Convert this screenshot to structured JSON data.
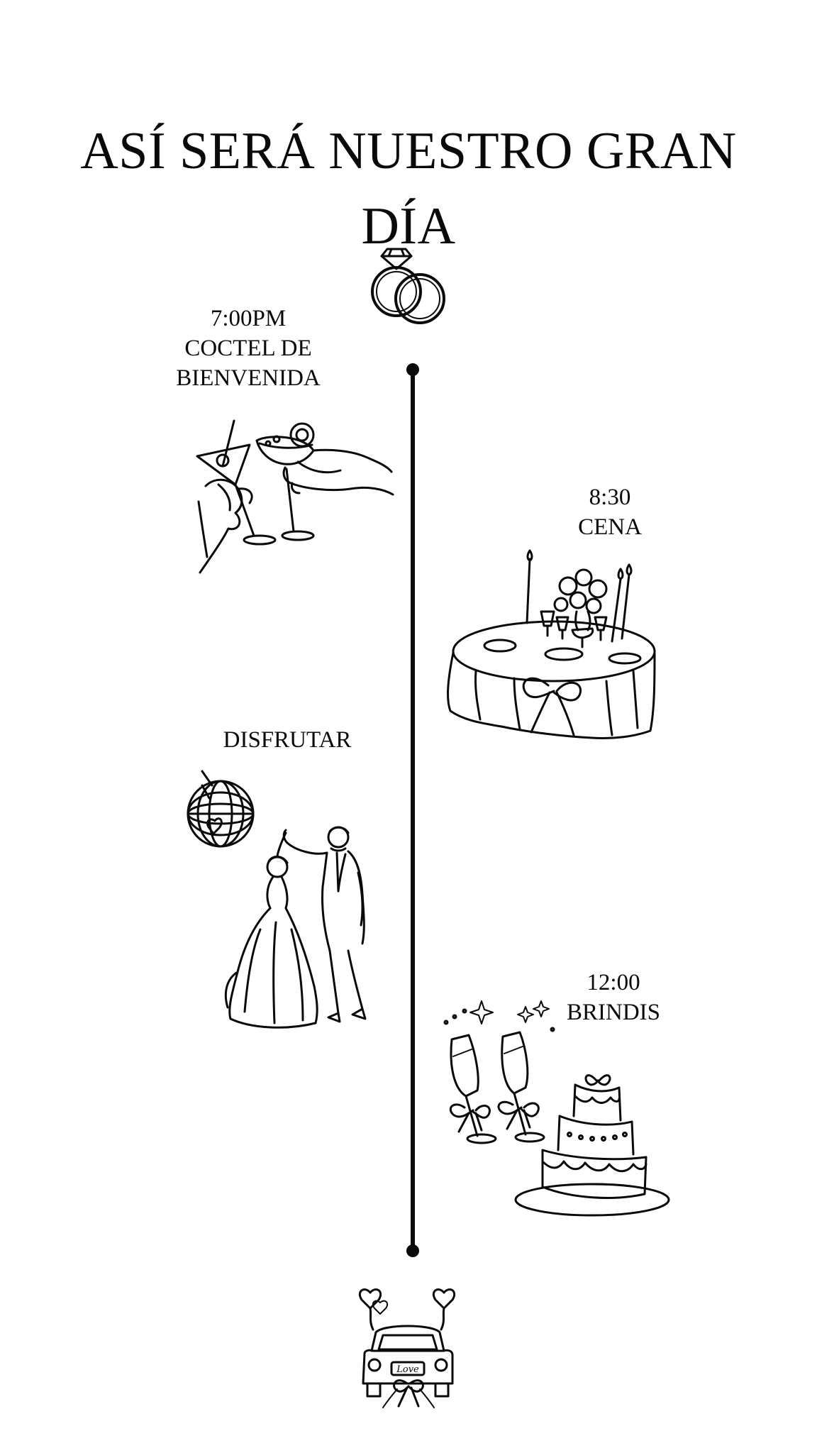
{
  "page": {
    "title_line1": "ASÍ SERÁ NUESTRO GRAN",
    "title_line2": "DÍA"
  },
  "events": [
    {
      "time": "7:00PM",
      "label_line1": "COCTEL DE",
      "label_line2": "BIENVENIDA",
      "icon": "cocktail-toast-icon"
    },
    {
      "time": "8:30",
      "label": "CENA",
      "icon": "dinner-table-icon"
    },
    {
      "label": "DISFRUTAR",
      "icon": "dancing-couple-icon"
    },
    {
      "time": "12:00",
      "label": "BRINDIS",
      "icon": "champagne-cake-icon"
    }
  ],
  "decorations": {
    "top_icon": "wedding-rings-icon",
    "bottom_icon": "just-married-car-icon",
    "car_plate_text": "Love"
  },
  "colors": {
    "ink": "#0a0a0a",
    "background": "#ffffff"
  }
}
